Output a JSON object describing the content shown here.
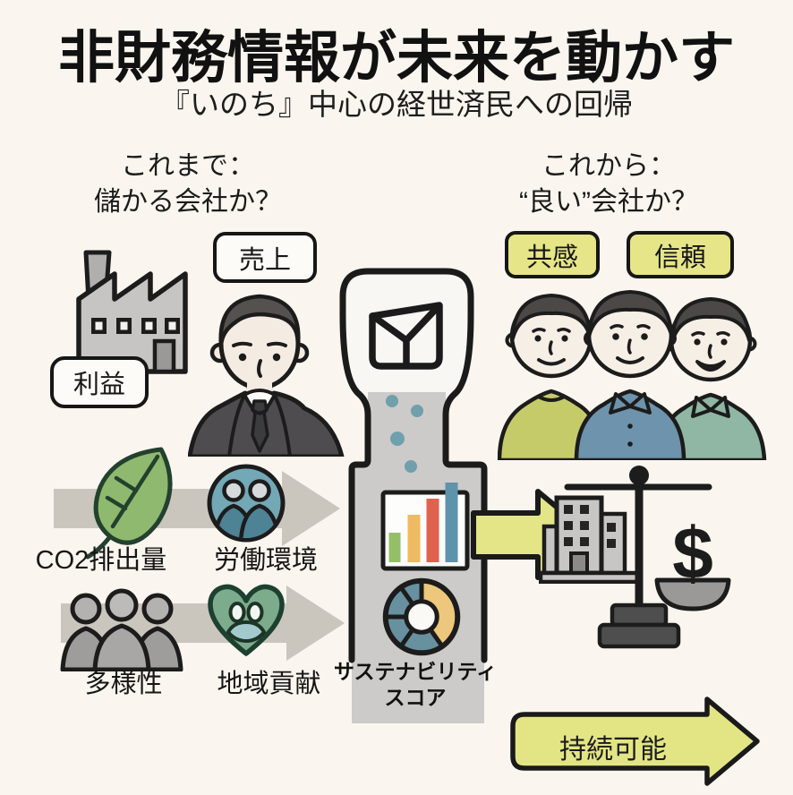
{
  "title": "非財務情報が未来を動かす",
  "subtitle": "『いのち』中心の経世済民への回帰",
  "before": {
    "header_line1": "これまで：",
    "header_line2": "儲かる会社か？",
    "sales_badge": "売上",
    "profit_badge": "利益"
  },
  "after": {
    "header_line1": "これから：",
    "header_line2": "“良い”会社か？",
    "empathy_badge": "共感",
    "trust_badge": "信頼"
  },
  "inputs": {
    "co2": "CO2排出量",
    "labor": "労働環境",
    "diversity": "多様性",
    "community": "地域貢献"
  },
  "device": {
    "name_line1": "サステナビリティ",
    "name_line2": "スコア"
  },
  "outcome": {
    "dollar": "$",
    "sustainable": "持続可能"
  },
  "colors": {
    "background": "#faf5ee",
    "accent_yellow": "#e6e588",
    "teal_circle": "#73a8b6",
    "leaf_green": "#8fb96e",
    "heart_green": "#7dac8c",
    "bar_green": "#93bf68",
    "bar_orange": "#eebb62",
    "bar_red": "#e2614e",
    "bar_blue": "#5f93ac",
    "donut_teal": "#68919f",
    "donut_yellow": "#edc77c"
  }
}
